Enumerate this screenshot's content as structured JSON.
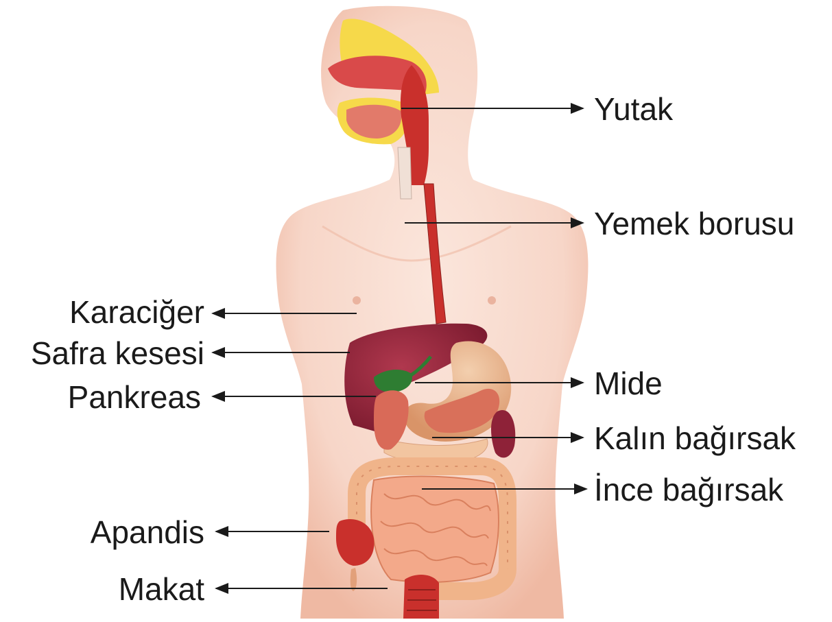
{
  "diagram": {
    "labels": {
      "yutak": "Yutak",
      "yemek_borusu": "Yemek borusu",
      "karaciger": "Karaciğer",
      "safra_kesesi": "Safra kesesi",
      "pankreas": "Pankreas",
      "mide": "Mide",
      "kalin_bagirsak": "Kalın bağırsak",
      "ince_bagirsak": "İnce bağırsak",
      "apandis": "Apandis",
      "makat": "Makat"
    },
    "colors": {
      "skin": "#f7d6c8",
      "skin_shade": "#efb9a3",
      "esophagus": "#c9302c",
      "liver": "#8e2238",
      "gallbladder": "#2e7d32",
      "stomach": "#e8b48e",
      "intestine": "#f3a98a",
      "sinus": "#f6d94a",
      "arrow": "#1a1a1a"
    }
  }
}
